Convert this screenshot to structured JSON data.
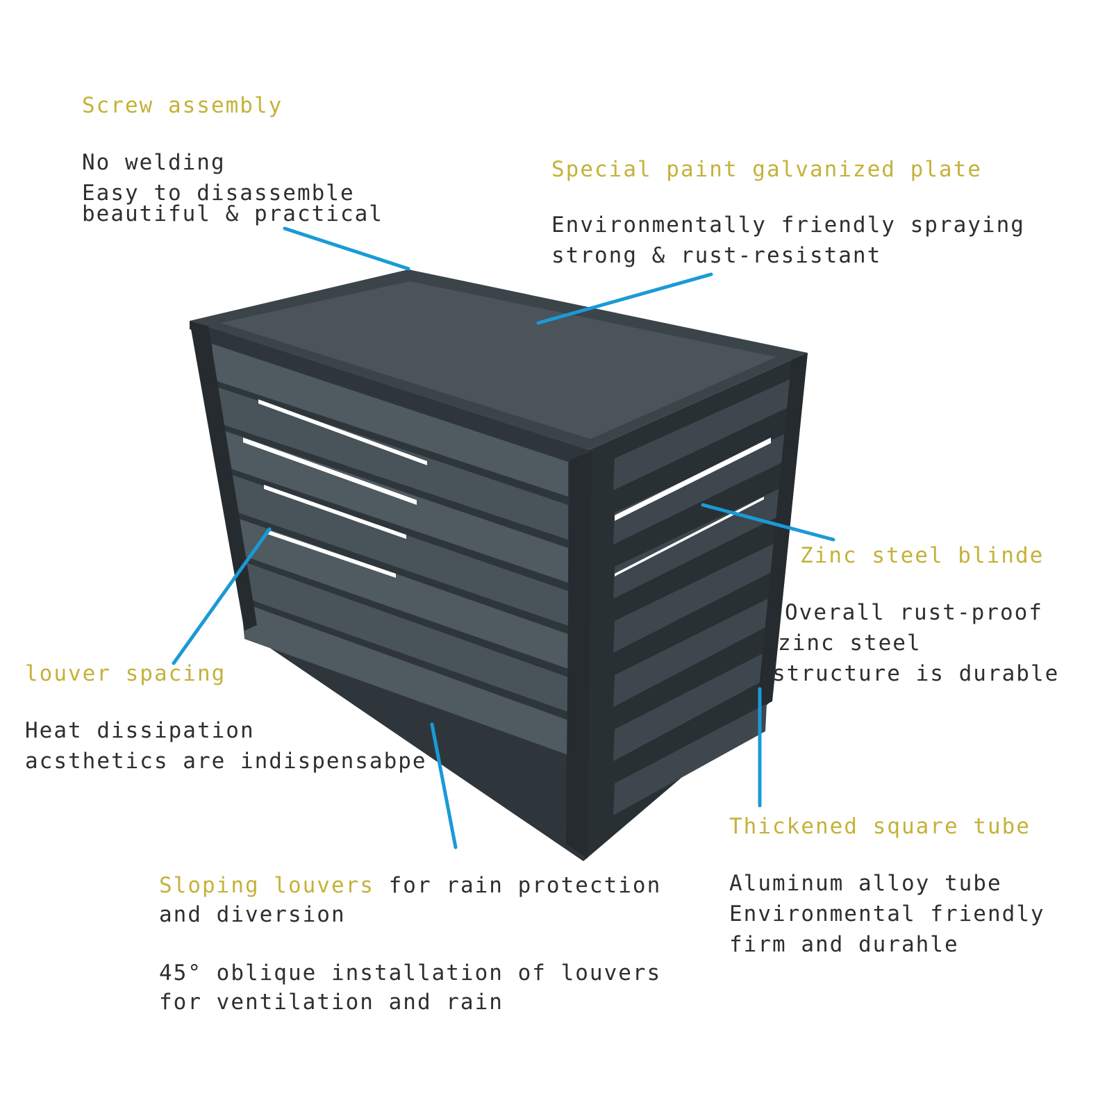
{
  "colors": {
    "accent_title": "#c4b23a",
    "body_text": "#2e2e2e",
    "leader_line": "#1a9ad6",
    "cabinet_dark": "#2f363b",
    "cabinet_mid": "#3e474d",
    "cabinet_light": "#525c62"
  },
  "screw_assembly": {
    "title": "Screw assembly",
    "lines": [
      "No welding",
      "Easy to disassemble",
      "beautiful & practical"
    ]
  },
  "galvanized_plate": {
    "title": "Special paint galvanized plate",
    "lines": [
      "Environmentally friendly spraying",
      "strong & rust-resistant"
    ]
  },
  "zinc_blind": {
    "title": "Zinc steel blinde",
    "lines": [
      "Overall rust-proof",
      "zinc steel",
      "structure is durable"
    ]
  },
  "louver_spacing": {
    "title": "louver spacing",
    "lines": [
      "Heat dissipation",
      "acsthetics are indispensabpe"
    ]
  },
  "square_tube": {
    "title": "Thickened square tube",
    "lines": [
      "Aluminum alloy tube",
      "Environmental friendly",
      "firm and durahle"
    ]
  },
  "sloping_louvers": {
    "highlight": "Sloping louvers",
    "rest": " for rain protection",
    "line2": "and diversion",
    "lines": [
      "45° oblique installation of louvers",
      "for ventilation and rain"
    ]
  }
}
